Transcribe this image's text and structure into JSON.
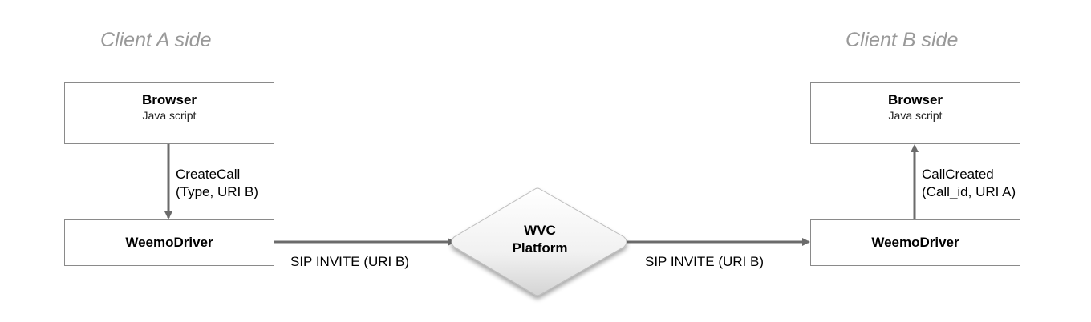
{
  "client_a": {
    "side_title": "Client A side",
    "browser": {
      "title": "Browser",
      "subtitle": "Java script"
    },
    "driver": {
      "title": "WeemoDriver"
    },
    "call_label_line1": "CreateCall",
    "call_label_line2": "(Type, URI B)",
    "sip_label": "SIP INVITE (URI B)"
  },
  "client_b": {
    "side_title": "Client B side",
    "browser": {
      "title": "Browser",
      "subtitle": "Java script"
    },
    "driver": {
      "title": "WeemoDriver"
    },
    "call_label_line1": "CallCreated",
    "call_label_line2": "(Call_id, URI A)",
    "sip_label": "SIP INVITE (URI B)"
  },
  "platform": {
    "line1": "WVC",
    "line2": "Platform"
  },
  "colors": {
    "side_title": "#999999",
    "box_border": "#8a8a8a",
    "arrow": "#6b6b6b"
  }
}
